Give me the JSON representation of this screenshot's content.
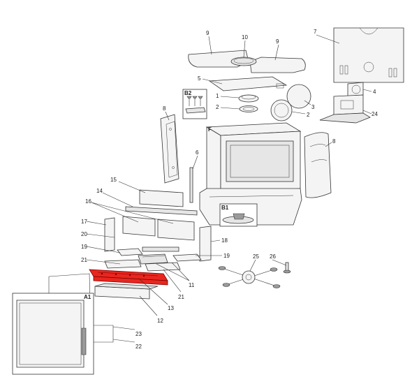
{
  "callouts": {
    "c9a": "9",
    "c10": "10",
    "c9b": "9",
    "c7": "7",
    "c5": "5",
    "c1": "1",
    "c2a": "2",
    "c3": "3",
    "c2b": "2",
    "c4": "4",
    "c24": "24",
    "c8a": "8",
    "c8b": "8",
    "c6": "6",
    "c15": "15",
    "c14": "14",
    "c16": "16",
    "c17": "17",
    "c20": "20",
    "c19a": "19",
    "c21a": "21",
    "c18": "18",
    "c19b": "19",
    "c25": "25",
    "c26": "26",
    "c11": "11",
    "c21b": "21",
    "c13": "13",
    "c12": "12",
    "c23": "23",
    "c22": "22"
  },
  "group_labels": {
    "b2": "B2",
    "b1": "B1",
    "a1": "A1"
  },
  "colors": {
    "highlight": "#e8261f",
    "line": "#333333",
    "fill": "#f4f4f4"
  },
  "highlighted_part": "13"
}
